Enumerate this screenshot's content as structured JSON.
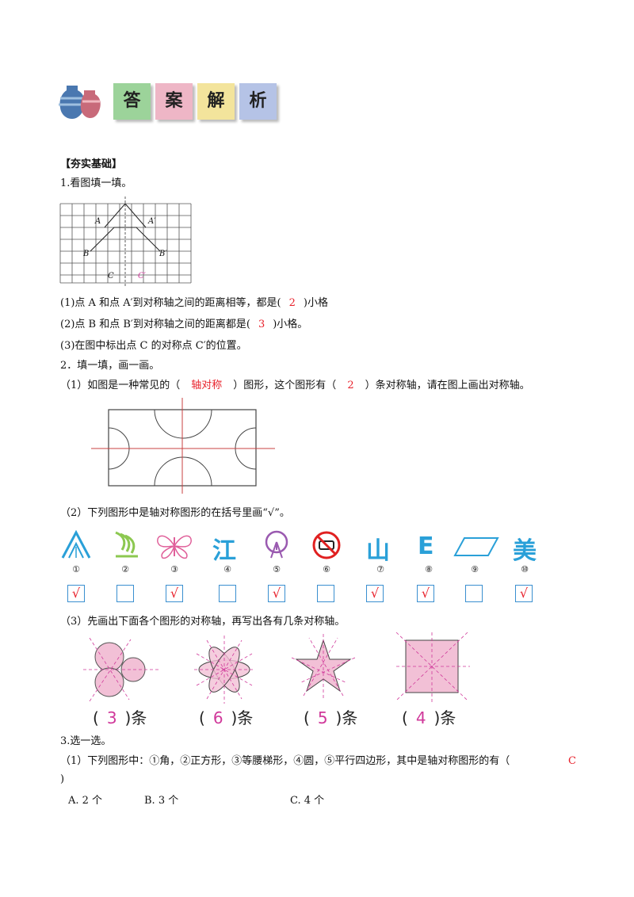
{
  "header": {
    "tiles": [
      "答",
      "案",
      "解",
      "析"
    ]
  },
  "section_title": "【夯实基础】",
  "q1": {
    "title": "1.看图填一填。",
    "labels": {
      "A": "A",
      "A2": "A′",
      "B": "B",
      "B2": "B′",
      "C": "C",
      "C2": "C′"
    },
    "line1_pre": "(1)点 A 和点 A′到对称轴之间的距离相等，都是(",
    "line1_ans": "2",
    "line1_post": ")小格",
    "line2_pre": "(2)点 B 和点 B′到对称轴之间的距离都是(",
    "line2_ans": "3",
    "line2_post": ")小格。",
    "line3": "(3)在图中标出点 C 的对称点 C′的位置。"
  },
  "q2": {
    "title": "2．填一填，画一画。",
    "p1_pre": "（1）如图是一种常见的（",
    "p1_ans1": "轴对称",
    "p1_mid": "）图形，这个图形有（",
    "p1_ans2": "2",
    "p1_post": "）条对称轴，请在图上画出对称轴。",
    "p2": "（2）下列图形中是轴对称图形的在括号里画“√”。",
    "shapes": [
      {
        "num": "①",
        "check": "√"
      },
      {
        "num": "②",
        "check": ""
      },
      {
        "num": "③",
        "check": "√"
      },
      {
        "num": "④",
        "check": ""
      },
      {
        "num": "⑤",
        "check": "√"
      },
      {
        "num": "⑥",
        "check": ""
      },
      {
        "num": "⑦",
        "check": "√"
      },
      {
        "num": "⑧",
        "check": "√"
      },
      {
        "num": "⑨",
        "check": ""
      },
      {
        "num": "⑩",
        "check": "√"
      }
    ],
    "shape_chars": {
      "jiang": "江",
      "shan": "山",
      "e": "E",
      "mei": "美"
    },
    "p3": "（3）先画出下面各个图形的对称轴，再写出各有几条对称轴。",
    "counts": [
      {
        "open": "(",
        "value": "3",
        "close": ")条"
      },
      {
        "open": "(",
        "value": "6",
        "close": ")条"
      },
      {
        "open": "(",
        "value": "5",
        "close": ")条"
      },
      {
        "open": "(",
        "value": "4",
        "close": ")条"
      }
    ]
  },
  "q3": {
    "title": "3.选一选。",
    "p1": "（1）下列图形中：①角，②正方形，③等腰梯形，④圆，⑤平行四边形，其中是轴对称图形的有（",
    "p1_ans": "C",
    "p1_close": ")",
    "options": [
      "A. 2 个",
      "B. 3 个",
      "C. 4 个"
    ]
  }
}
